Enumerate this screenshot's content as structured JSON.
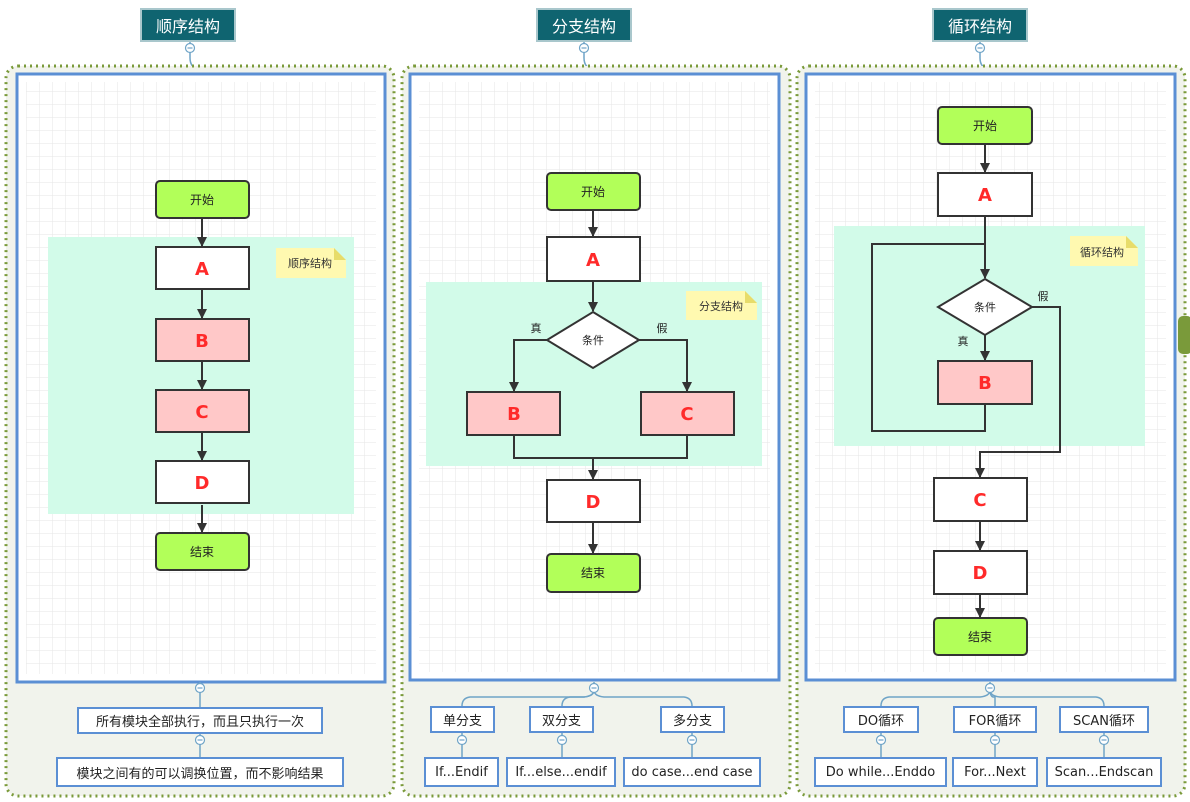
{
  "columns": [
    {
      "title": "顺序结构",
      "note": "顺序结构",
      "nodes": {
        "start": "开始",
        "a": "A",
        "b": "B",
        "c": "C",
        "d": "D",
        "end": "结束"
      },
      "labels": [
        "所有模块全部执行，而且只执行一次",
        "模块之间有的可以调换位置，而不影响结果"
      ]
    },
    {
      "title": "分支结构",
      "note": "分支结构",
      "nodes": {
        "start": "开始",
        "a": "A",
        "cond": "条件",
        "true": "真",
        "false": "假",
        "b": "B",
        "c": "C",
        "d": "D",
        "end": "结束"
      },
      "labels": [
        "单分支",
        "双分支",
        "多分支",
        "If...Endif",
        "If...else...endif",
        "do case...end case"
      ]
    },
    {
      "title": "循环结构",
      "note": "循环结构",
      "nodes": {
        "start": "开始",
        "a": "A",
        "cond": "条件",
        "true": "真",
        "false": "假",
        "b": "B",
        "c": "C",
        "d": "D",
        "end": "结束"
      },
      "labels": [
        "DO循环",
        "FOR循环",
        "SCAN循环",
        "Do while...Enddo",
        "For...Next",
        "Scan...Endscan"
      ]
    }
  ],
  "colors": {
    "topic_bg": "#0f6470",
    "start_end_fill": "#b2ff59",
    "pink_fill": "#ffc8c8",
    "region_fill": "#d2fbe9",
    "note_fill": "#fff9b0",
    "node_letter": "#ff2a2a",
    "frame_blue": "#5b8fd4",
    "dotted_border": "#7a9a3a",
    "panel_bg": "#f1f3ec"
  }
}
